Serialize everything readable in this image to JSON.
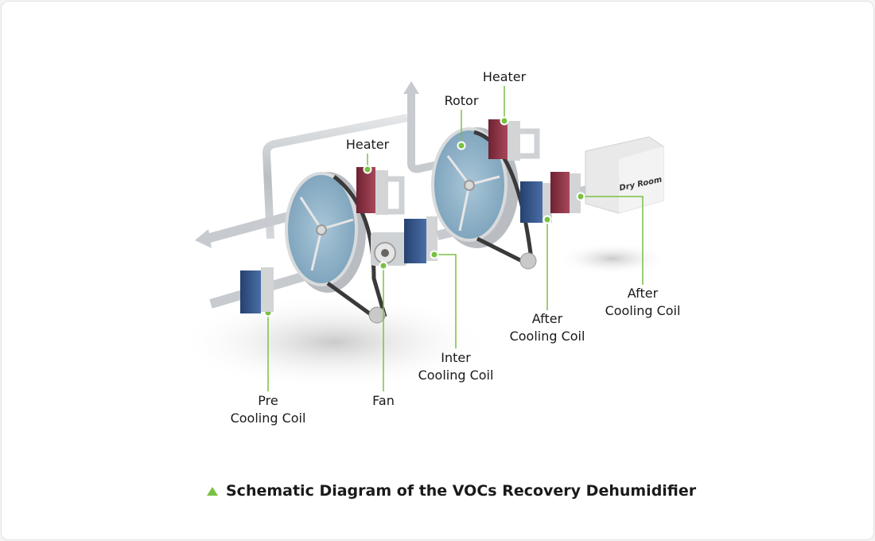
{
  "caption": {
    "text": "Schematic Diagram of the VOCs Recovery Dehumidifier",
    "marker_icon": "triangle-up-icon",
    "marker_color": "#7ac143"
  },
  "colors": {
    "callout_green": "#7ac143",
    "heater_coil": "#8a2e3e",
    "cooling_coil": "#2e4f86",
    "rotor": "#8fb4cc"
  },
  "components": {
    "dry_room_label": "Dry Room"
  },
  "labels": {
    "heater_left": "Heater",
    "heater_right": "Heater",
    "rotor": "Rotor",
    "pre_cooling_line1": "Pre",
    "pre_cooling_line2": "Cooling Coil",
    "fan": "Fan",
    "inter_cooling_line1": "Inter",
    "inter_cooling_line2": "Cooling Coil",
    "after_cooling_1_line1": "After",
    "after_cooling_1_line2": "Cooling Coil",
    "after_cooling_2_line1": "After",
    "after_cooling_2_line2": "Cooling Coil"
  }
}
